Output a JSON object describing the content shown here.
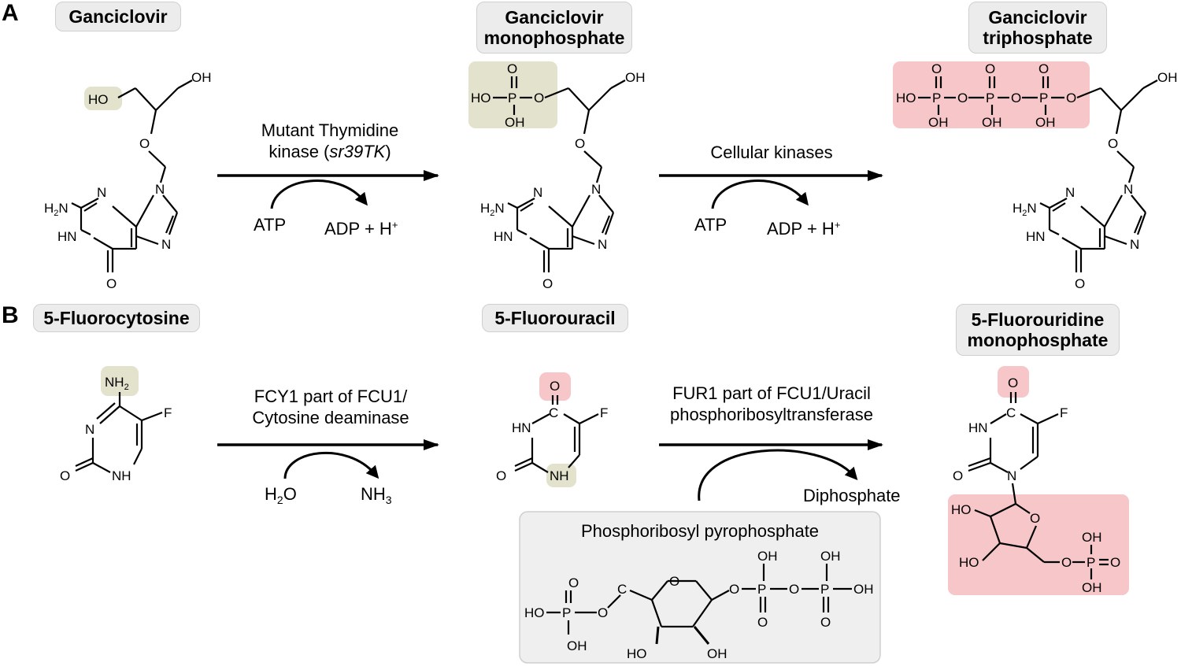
{
  "panel_a": {
    "letter": "A",
    "molecule_1": "Ganciclovir",
    "molecule_2_line1": "Ganciclovir",
    "molecule_2_line2": "monophosphate",
    "molecule_3_line1": "Ganciclovir",
    "molecule_3_line2": "triphosphate",
    "reaction_1_line1": "Mutant Thymidine",
    "reaction_1_line2_prefix": "kinase (",
    "reaction_1_line2_italic": "sr39TK",
    "reaction_1_line2_suffix": ")",
    "reaction_1_in": "ATP",
    "reaction_1_out_text": "ADP + H",
    "reaction_1_out_sup": "+",
    "reaction_2_line1": "Cellular kinases",
    "reaction_2_in": "ATP",
    "reaction_2_out_text": "ADP + H",
    "reaction_2_out_sup": "+"
  },
  "panel_b": {
    "letter": "B",
    "molecule_1": "5-Fluorocytosine",
    "molecule_2": "5-Fluorouracil",
    "molecule_3_line1": "5-Fluorouridine",
    "molecule_3_line2": "monophosphate",
    "reaction_1_line1": "FCY1 part of FCU1/",
    "reaction_1_line2": "Cytosine deaminase",
    "reaction_1_in_main": "H",
    "reaction_1_in_sub": "2",
    "reaction_1_in_tail": "O",
    "reaction_1_out_main": "NH",
    "reaction_1_out_sub": "3",
    "reaction_2_line1": "FUR1 part of FCU1/Uracil",
    "reaction_2_line2": "phosphoribosyltransferase",
    "reaction_2_out": "Diphosphate",
    "cosubstrate": "Phosphoribosyl pyrophosphate"
  },
  "colors": {
    "pill_bg": "#ececec",
    "highlight_olive": "#e3e2cc",
    "highlight_pink": "#f6c6c9",
    "prpp_box": "#efefef",
    "ink": "#000000"
  }
}
